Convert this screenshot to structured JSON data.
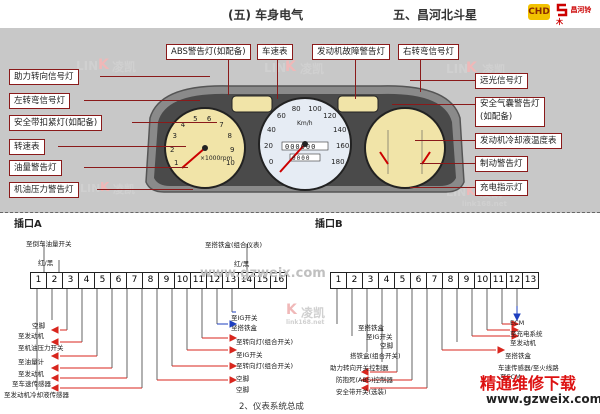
{
  "header": {
    "section_left": "(五) 车身电气",
    "section_right": "五、昌河北斗星",
    "logo_letters": "CHD",
    "logo_right_text": "昌河铃木"
  },
  "watermarks": {
    "lin1": "LIN",
    "k": "K",
    "kai": "凌凯",
    "site_short": "link168.net",
    "url": "www.gzweix.com"
  },
  "labels_top": {
    "abs": "ABS警告灯(如配备)",
    "speedometer": "车速表",
    "engine_fault": "发动机故障警告灯",
    "right_turn": "右转弯信号灯",
    "power_steer": "助力转向信号灯",
    "left_turn": "左转弯信号灯",
    "seatbelt": "安全带扣紧灯(如配备)",
    "tach": "转速表",
    "oil_warn": "油量警告灯",
    "oil_press": "机油压力警告灯",
    "high_beam": "远光信号灯",
    "airbag": "安全气囊警告灯\n(如配备)",
    "coolant": "发动机冷却液温度表",
    "brake": "制动警告灯",
    "charge": "充电指示灯"
  },
  "gauges": {
    "tach_nums": [
      "1",
      "2",
      "3",
      "4",
      "5",
      "6",
      "7",
      "8",
      "9",
      "10"
    ],
    "tach_unit": "×1000rpm",
    "speed_nums": [
      "0",
      "20",
      "40",
      "60",
      "80",
      "100",
      "120",
      "140",
      "160",
      "180"
    ],
    "speed_unit": "Km/h",
    "odo": "000000",
    "trip": "0000"
  },
  "port_a": {
    "title": "插口A",
    "pins": [
      "1",
      "2",
      "3",
      "4",
      "5",
      "6",
      "7",
      "8",
      "9",
      "10",
      "11",
      "12",
      "13",
      "14",
      "15",
      "16"
    ],
    "left_labels": [
      "至倒车油量开关",
      "红/黑",
      "空脚",
      "至发动机",
      "至机油压力开关",
      "至油量计",
      "至发动机",
      "至车速传感器",
      "至发动机冷却液传感器"
    ],
    "right_labels": [
      "至搭铁盒(组合仪表)",
      "红/黑",
      "至IG开关",
      "至搭铁盒",
      "至转向灯(组合开关)",
      "至IG开关",
      "至转向灯(组合开关)",
      "空脚",
      "空脚"
    ]
  },
  "port_b": {
    "title": "插口B",
    "pins": [
      "1",
      "2",
      "3",
      "4",
      "5",
      "6",
      "7",
      "8",
      "9",
      "10",
      "11",
      "12",
      "13"
    ],
    "right_labels": [
      "ECM",
      "至充电系统",
      "至发动机",
      "至搭铁盒",
      "车速传感器/至火线路",
      "至ECM"
    ],
    "left_labels": [
      "至搭铁盒",
      "至IG开关",
      "空脚",
      "搭铁盒(组合开关)",
      "助力转向开关控制器",
      "防抱死(ABS)控制器",
      "安全带开关(选装)"
    ]
  },
  "footer": {
    "caption": "2、仪表系统总成",
    "brand_cn": "精通维修下载",
    "brand_url": "www.gzweix.com"
  },
  "colors": {
    "panel_bg": "#c8c8c8",
    "cluster_frame": "#7a7a7a",
    "gauge_face": "#f1e4a8",
    "speed_face": "#e6ecf4",
    "label_border": "#8a1a1a",
    "arrow_red": "#d8261e",
    "wire_blue": "#1e3fbf"
  }
}
